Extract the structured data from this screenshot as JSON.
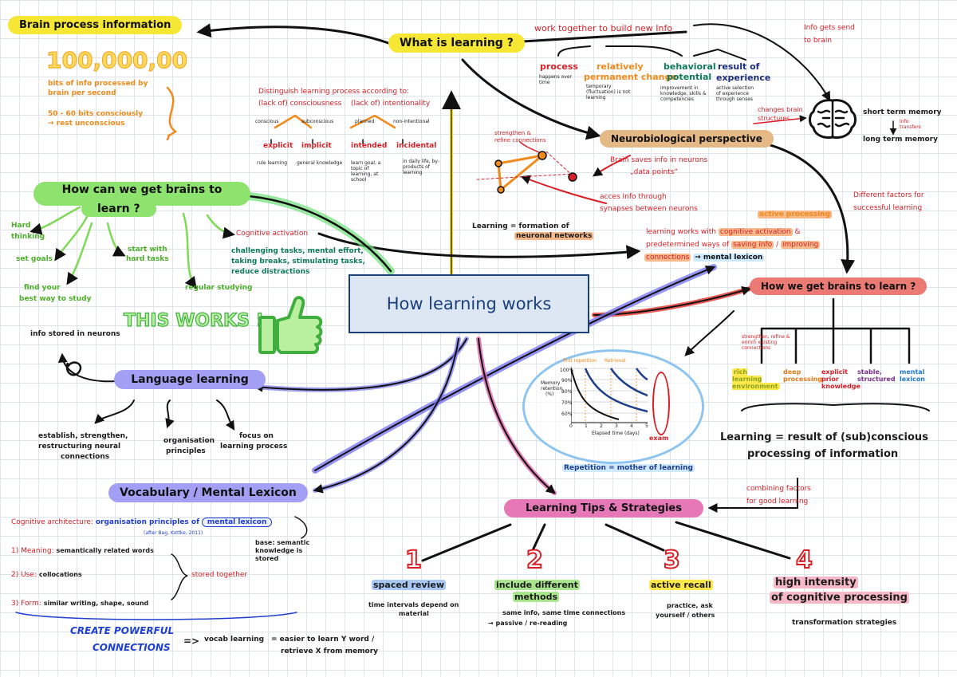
{
  "center": "How learning works",
  "what_is_learning": {
    "title": "What is learning ?",
    "work_together": "work together to build new Info",
    "process": "process",
    "process_note": "happens over time",
    "relatively": "relatively",
    "permanent": "permanent change",
    "permanent_note": "temporary (fluctuation) is not learning",
    "behavioral": "behavioral",
    "potential": "potential",
    "behavioral_note": "improvement in knowledge, skills & competencies",
    "result": "result of",
    "experience": "experience",
    "experience_note": "active selection of experience through senses"
  },
  "brain_info": {
    "title": "Brain process information",
    "number": "100,000,00",
    "line1": "bits of info processed by",
    "line2": "brain per second",
    "line3": "50 - 60 bits consciously",
    "line4": "→ rest unconscious"
  },
  "distinguish": {
    "line1": "Distinguish learning process according to:",
    "line2": "(lack of) consciousness",
    "line3": "(lack of) intentionality",
    "conscious": "conscious",
    "subconscious": "subconscious",
    "planned": "planned",
    "nonintentional": "non-intentional",
    "explicit": "explicit",
    "implicit": "implicit",
    "intended": "intended",
    "incidental": "incidental",
    "explicit_note": "rule learning",
    "implicit_note": "general knowledge",
    "intended_note": "learn goal, a topic of learning, at school",
    "incidental_note": "in daily life, by-products of learning"
  },
  "neuro": {
    "title": "Neurobiological perspective",
    "strengthen": "strengthen &",
    "refine": "refine connections",
    "saves": "Brain saves info in neurons",
    "datapoints": "„data points“",
    "acces": "acces Info through",
    "synapses": "synapses between neurons",
    "formation_a": "Learning = formation of",
    "formation_b": "neuronal networks",
    "works_line1": "learning works with",
    "cognitive_activation": "cognitive activation",
    "amp": "&",
    "works_line2": "predetermined ways of",
    "saving": "saving info",
    "slash": "/",
    "improving": "improving",
    "connections": "connections",
    "mental_lexicon": "→ mental lexicon",
    "active_processing": "active processing"
  },
  "brain_right": {
    "info_send": "Info gets send",
    "to_brain": "to brain",
    "changes1": "changes brain",
    "changes2": "structures",
    "short_term": "short term memory",
    "info_transfers": "Info transfers",
    "long_term": "long term memory",
    "factors1": "Different factors for",
    "factors2": "successful learning"
  },
  "how_brains_right": {
    "title": "How we get brains to learn ?",
    "note": "strengthen, refine & enrich existing connections",
    "rich": "rich learning environment",
    "deep": "deep processing",
    "explicit": "explicit prior knowledge",
    "stable": "stable, structured",
    "mental": "mental lexicon",
    "result1": "Learning = result of (sub)conscious",
    "result2": "processing of information",
    "combining1": "combining factors",
    "combining2": "for good learning"
  },
  "how_brains_left": {
    "title1": "How can we get brains to",
    "title2": "learn ?",
    "hard1": "Hard",
    "hard2": "thinking",
    "set_goals": "set goals",
    "find1": "find your",
    "find2": "best way to study",
    "start1": "start with",
    "start2": "hard tasks",
    "regular": "regular studying",
    "cog": "Cognitive activation",
    "chall1": "challenging tasks, mental effort,",
    "chall2": "taking breaks, stimulating tasks,",
    "chall3": "reduce distractions",
    "this_works": "THIS WORKS !"
  },
  "language": {
    "title": "Language learning",
    "info_stored": "info stored in neurons",
    "est1": "establish, strengthen,",
    "est2": "restructuring neural",
    "est3": "connections",
    "org1": "organisation",
    "org2": "principles",
    "focus1": "focus on",
    "focus2": "learning process"
  },
  "vocab": {
    "title": "Vocabulary / Mental Lexicon",
    "cog_arch": "Cognitive architecture:",
    "org_principles": "organisation principles of",
    "mental_lexicon": "mental lexicon",
    "after": "(after Bag, Kottke, 2011)",
    "base1": "base: semantic",
    "base2": "knowledge is",
    "base3": "stored",
    "meaning_label": "1) Meaning:",
    "meaning": "semantically related words",
    "use_label": "2) Use:",
    "use": "collocations",
    "form_label": "3) Form:",
    "form": "similar writing, shape, sound",
    "stored_together": "stored together",
    "create1": "CREATE POWERFUL",
    "create2": "CONNECTIONS",
    "arrow": "=>",
    "vocab_learning": "vocab learning",
    "easier1": "= easier to learn Y word /",
    "easier2": "retrieve X from memory"
  },
  "tips": {
    "title": "Learning Tips & Strategies",
    "n1": "1",
    "n2": "2",
    "n3": "3",
    "n4": "4",
    "t1": "spaced review",
    "t1_note1": "time intervals depend on",
    "t1_note2": "material",
    "t2a": "include different",
    "t2b": "methods",
    "t2_note1": "same info, same time connections",
    "t2_note2": "→ passive / re-reading",
    "t3": "active recall",
    "t3_note1": "practice, ask",
    "t3_note2": "yourself / others",
    "t4a": "high intensity",
    "t4b": "of cognitive processing",
    "t4_note": "transformation strategies"
  },
  "forgetting": {
    "first_repetition": "first repetition",
    "retrieval": "Retrieval",
    "ylabel1": "Memory",
    "ylabel2": "retention",
    "ylabel3": "(%)",
    "xlabel": "Elapsed time (days)",
    "exam": "exam",
    "repetition": "Repetition = mother of learning",
    "yticks": [
      "100%",
      "90%",
      "80%",
      "70%",
      "60%"
    ],
    "xticks": [
      "0",
      "1",
      "2",
      "3",
      "4",
      "5"
    ]
  }
}
